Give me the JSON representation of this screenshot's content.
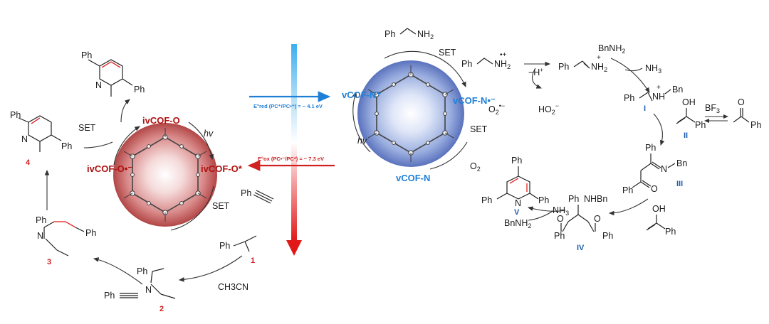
{
  "left_cycle": {
    "cof_top": "ivCOF-O",
    "cof_right": "ivCOF-O*",
    "cof_left": "ivCOF-O•⁻",
    "hv": "hv",
    "set_right": "SET",
    "set_left": "SET",
    "ph_alkyne_top": "Ph",
    "radical_cation_ph": "Ph",
    "compound1": "1",
    "acetonitrile": "CH3CN",
    "compound2": "2",
    "compound2_ph": "Ph",
    "ph_alkyne_bottom": "Ph",
    "compound3": "3",
    "compound3_ph1": "Ph",
    "compound3_ph2": "Ph",
    "compound4": "4",
    "compound4_ph1": "Ph",
    "compound4_ph2": "Ph",
    "pyridine_ph1": "Ph",
    "pyridine_ph2": "Ph",
    "n_label": "N"
  },
  "center": {
    "potential_blue": "E°red (PC⁺/PC•⁺) = − 4.1 eV",
    "potential_red": "E°ox (PC•⁻/PC*) = − 7.3 eV"
  },
  "right_cycle": {
    "cof_left": "vCOF-N⁺",
    "cof_right": "vCOF-N•⁻",
    "cof_bottom": "vCOF-N",
    "hv": "hv",
    "set_top": "SET",
    "set_right": "SET",
    "benzylamine": "Ph⁀NH2",
    "amine_radical_cation": "Ph⁀NH2•+",
    "o2": "O2",
    "superoxide": "O2•−",
    "hydroperoxide": "HO2−",
    "minus_h": "−H+",
    "iminium": "Ph⁀NH2+",
    "bnnh2_top": "BnNH2",
    "nh3_top": "NH3",
    "imine_I_label": "I",
    "imine_I": "Ph⁀NH–Bn",
    "enol_II_label": "II",
    "bf3": "BF3",
    "ketone": "acetophenone",
    "compound_III_label": "III",
    "compound_III_bn": "Bn",
    "compound_IV_label": "IV",
    "compound_IV_nhbn": "NHBn",
    "pyridine_V_label": "V",
    "nh3_bottom": "NH3",
    "bnnh2_bottom": "BnNH2",
    "ph": "Ph",
    "oh": "OH"
  }
}
